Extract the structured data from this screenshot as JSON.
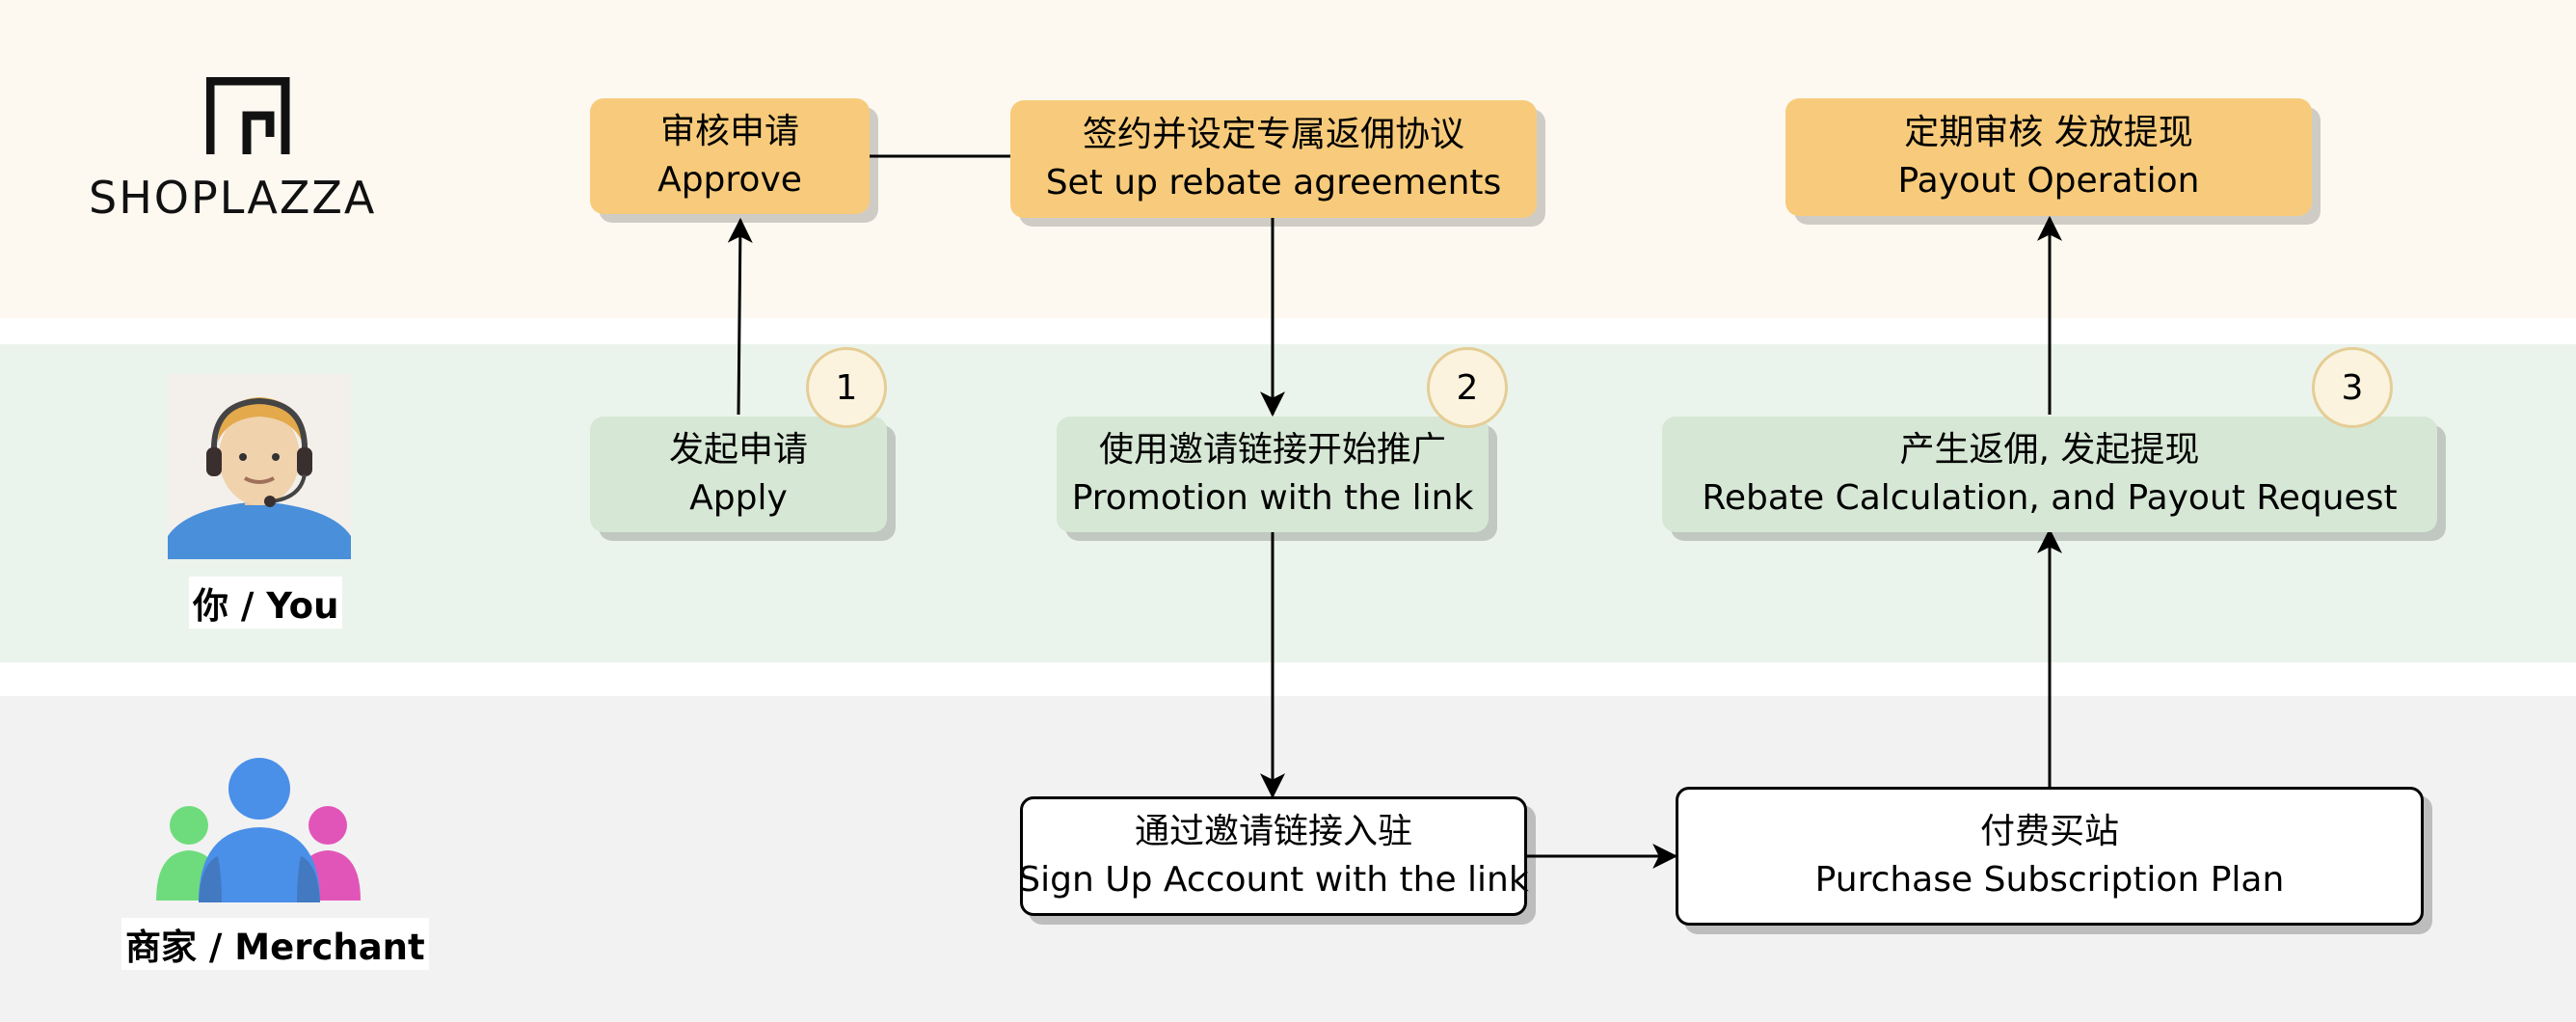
{
  "logo": {
    "brand": "SHOPLAZZA",
    "icon": "shoplazza-logo-icon"
  },
  "lanes": {
    "you_label": "你 / You",
    "merchant_label": "商家 / Merchant"
  },
  "icons": {
    "you": "support-agent-avatar-icon",
    "merchant": "merchant-group-icon"
  },
  "steps": [
    "1",
    "2",
    "3"
  ],
  "nodes": {
    "approve": {
      "zh": "审核申请",
      "en": "Approve"
    },
    "agreement": {
      "zh": "签约并设定专属返佣协议",
      "en": "Set up rebate agreements"
    },
    "payout": {
      "zh": "定期审核 发放提现",
      "en": "Payout Operation"
    },
    "apply": {
      "zh": "发起申请",
      "en": "Apply"
    },
    "promotion": {
      "zh": "使用邀请链接开始推广",
      "en": "Promotion with the link"
    },
    "rebate": {
      "zh": "产生返佣, 发起提现",
      "en": "Rebate Calculation, and Payout Request"
    },
    "signup": {
      "zh": "通过邀请链接入驻",
      "en": "Sign Up Account with the link"
    },
    "purchase": {
      "zh": "付费买站",
      "en": "Purchase Subscription Plan"
    }
  },
  "colors": {
    "orange": "#f7cb7b",
    "green": "#d6e7d5",
    "lane_top": "#fdf9f1",
    "lane_mid": "#ebf4ec",
    "lane_bot": "#f2f2f2"
  }
}
